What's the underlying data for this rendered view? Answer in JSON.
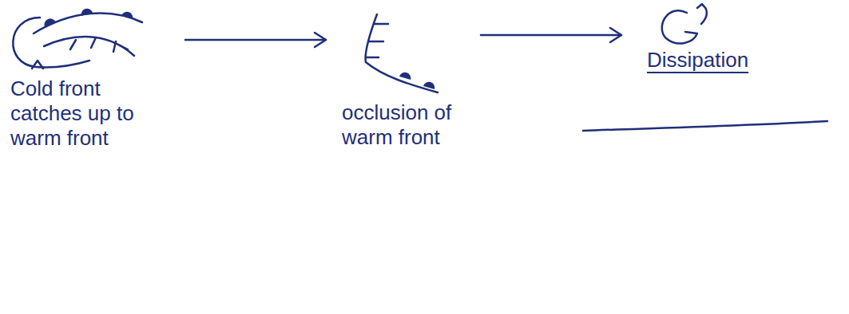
{
  "diagram": {
    "nodes": [
      {
        "text": [
          "Cold front catches up to warm front"
        ]
      },
      {
        "text": [
          "occlusion of warm front"
        ]
      },
      {
        "text": [
          "Dissipation"
        ]
      }
    ],
    "edges": [
      {
        "from": 0,
        "to": 1,
        "arrow": "to"
      },
      {
        "from": 1,
        "to": 2,
        "arrow": "to"
      }
    ]
  }
}
